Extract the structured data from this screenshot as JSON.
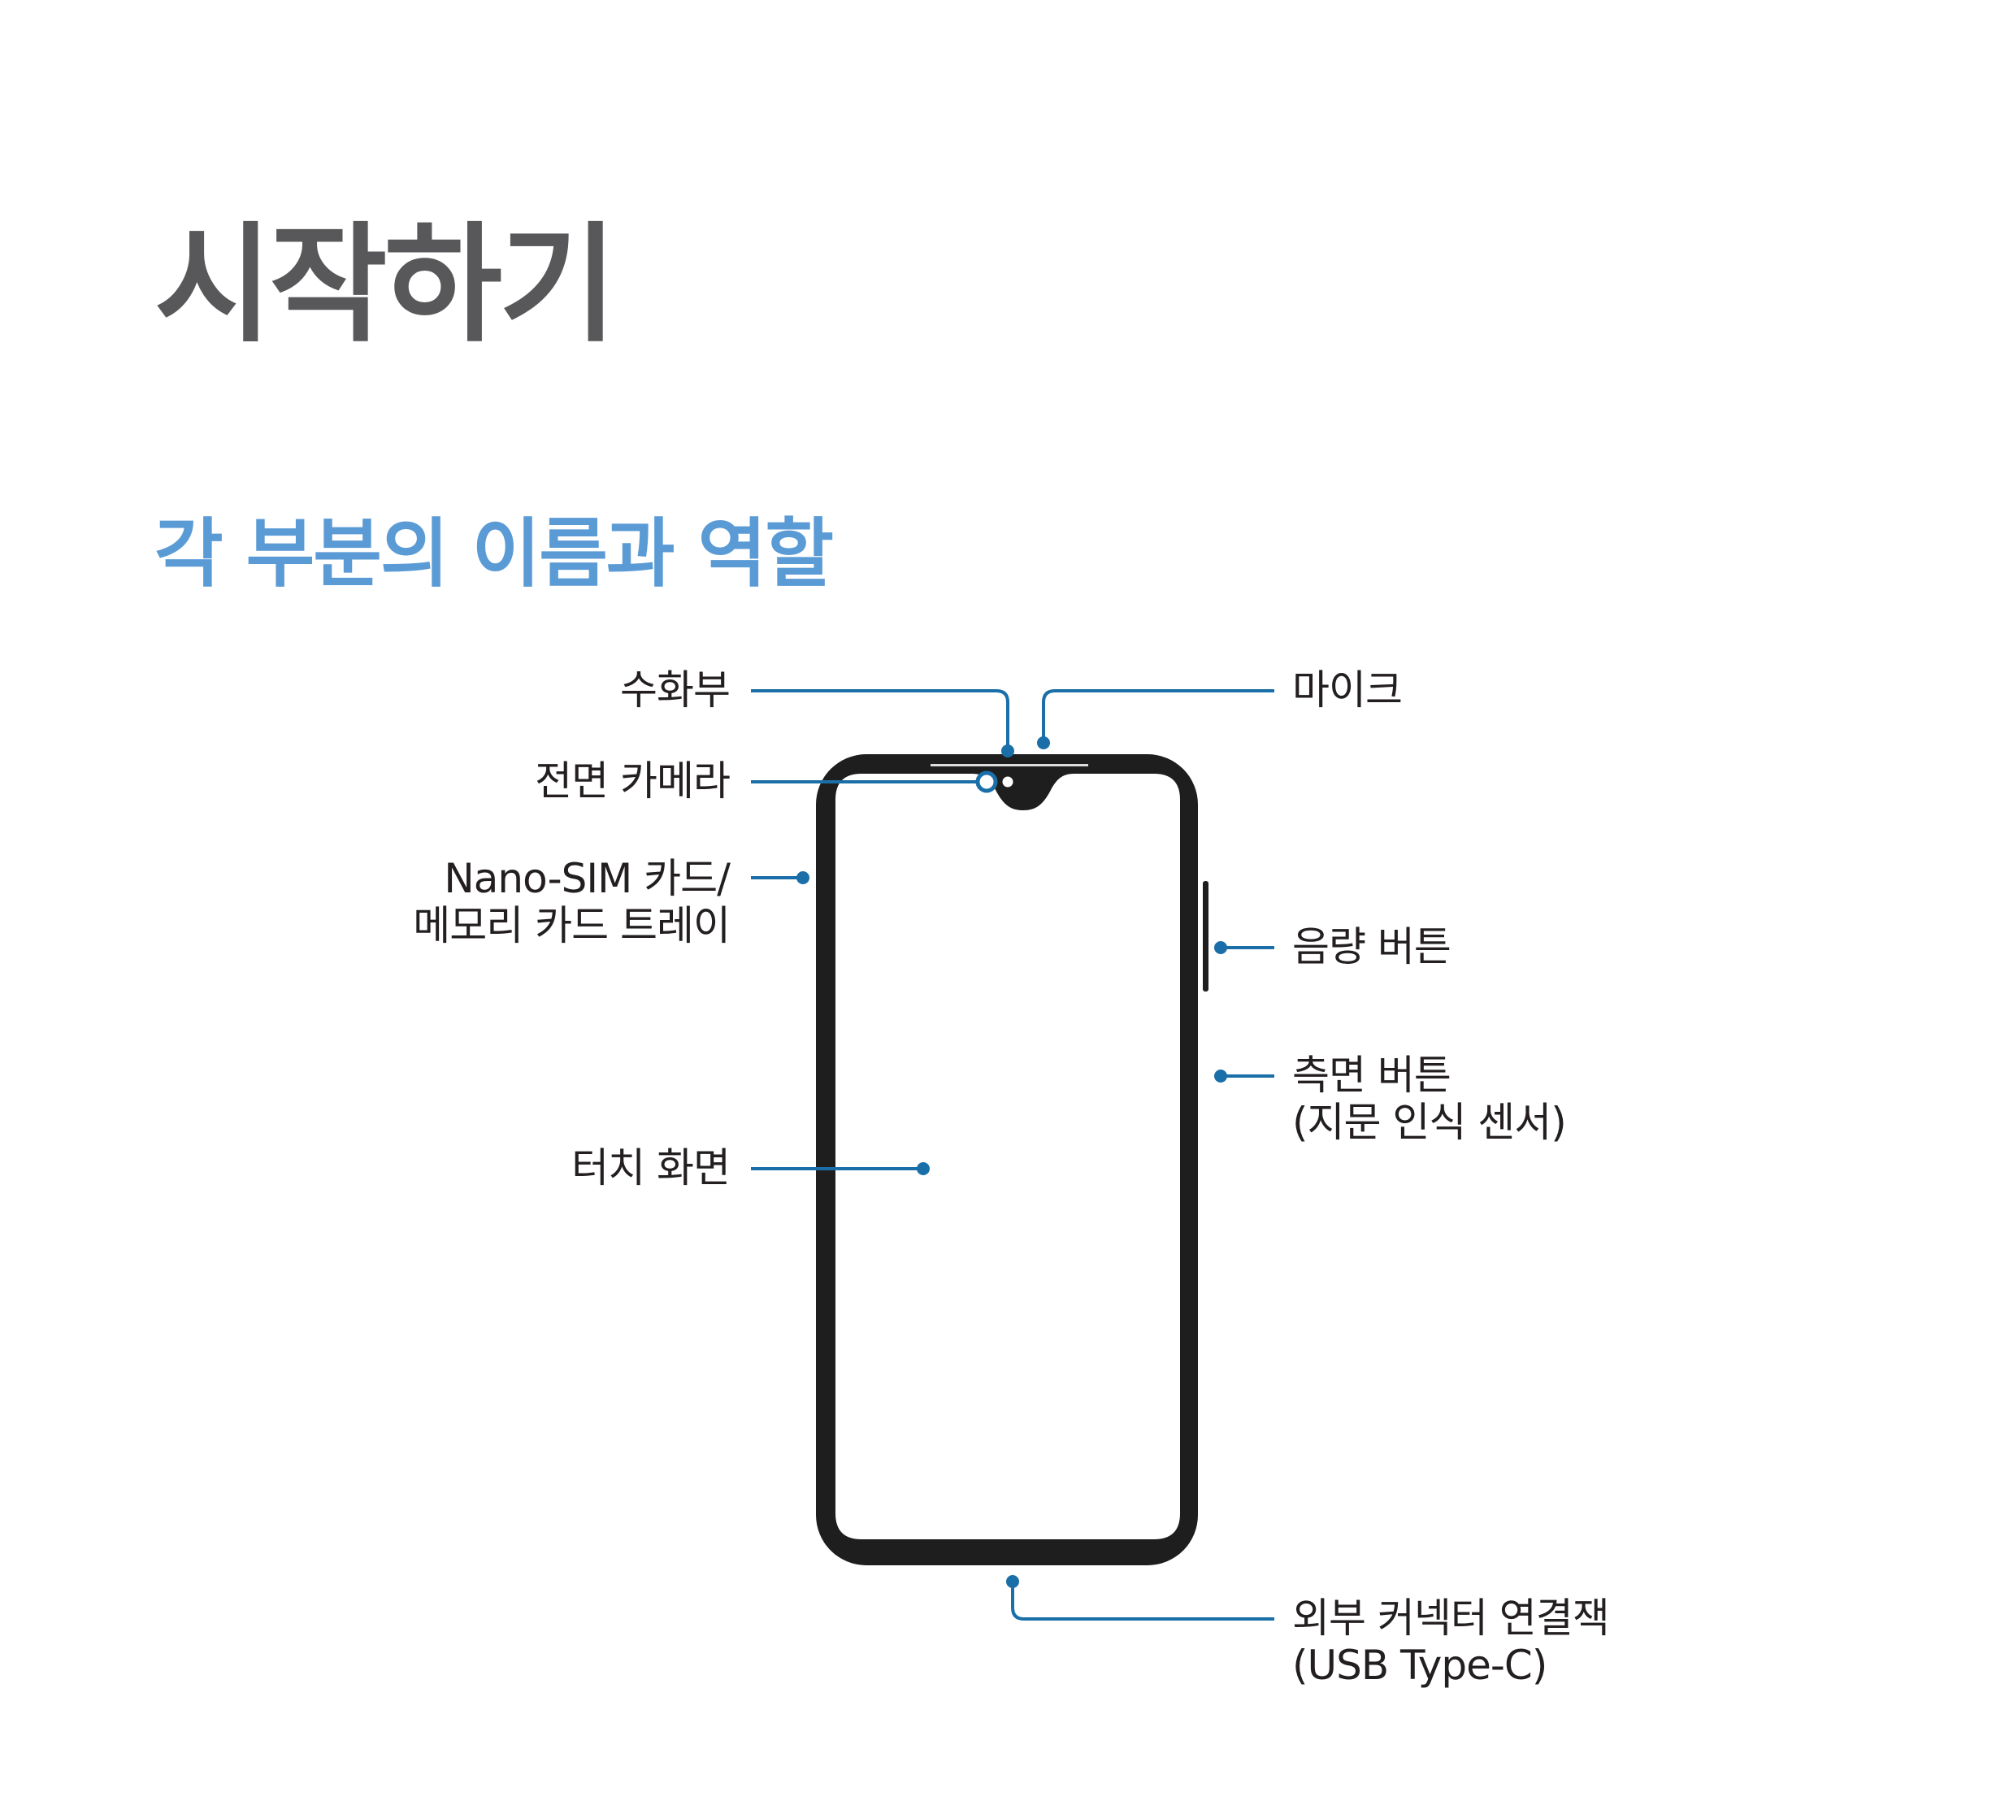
{
  "page": {
    "title": "시작하기",
    "section_title": "각 부분의 이름과 역할"
  },
  "callouts": {
    "receiver": [
      "수화부"
    ],
    "front_camera": [
      "전면 카메라"
    ],
    "sim_tray": [
      "Nano-SIM 카드/",
      "메모리 카드 트레이"
    ],
    "touch_screen": [
      "터치 화면"
    ],
    "microphone": [
      "마이크"
    ],
    "volume_button": [
      "음량 버튼"
    ],
    "side_button": [
      "측면 버튼",
      "(지문 인식 센서)"
    ],
    "usb_connector": [
      "외부 커넥터 연결잭",
      "(USB Type-C)"
    ]
  },
  "colors": {
    "title": "#58585a",
    "section_title": "#5b9bd5",
    "callout_line": "#1a6fa8",
    "device_outline": "#1e1e1e",
    "text": "#231f20"
  }
}
